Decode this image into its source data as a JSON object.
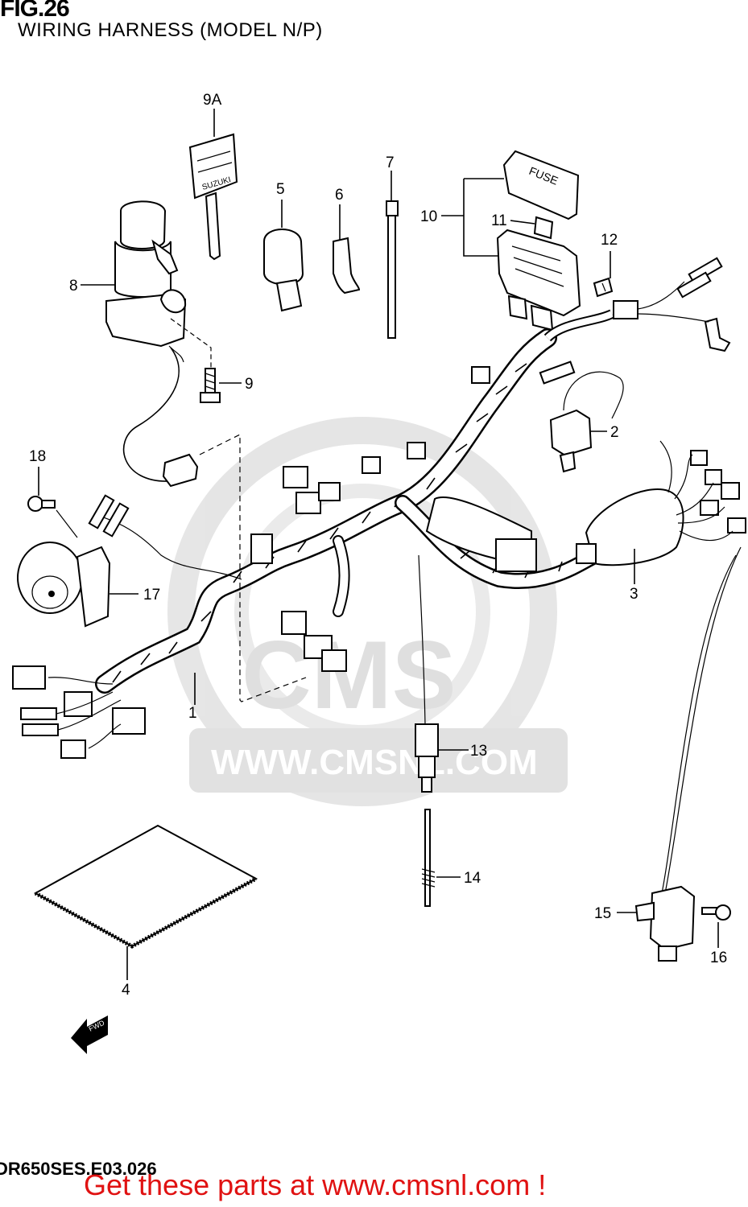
{
  "header": {
    "figure": "FIG.26",
    "subtitle": "WIRING HARNESS (MODEL N/P)"
  },
  "footer": {
    "diagram_code": "DR650SES.E03.026",
    "call_to_action": "Get these parts at www.cmsnl.com !"
  },
  "watermark": {
    "brand": "CMS",
    "url": "WWW.CMSNL.COM"
  },
  "parts": [
    {
      "ref": "1"
    },
    {
      "ref": "2"
    },
    {
      "ref": "3"
    },
    {
      "ref": "4"
    },
    {
      "ref": "5"
    },
    {
      "ref": "6"
    },
    {
      "ref": "7"
    },
    {
      "ref": "8"
    },
    {
      "ref": "9"
    },
    {
      "ref": "9A"
    },
    {
      "ref": "10"
    },
    {
      "ref": "11"
    },
    {
      "ref": "12"
    },
    {
      "ref": "13"
    },
    {
      "ref": "14"
    },
    {
      "ref": "15"
    },
    {
      "ref": "16"
    },
    {
      "ref": "17"
    },
    {
      "ref": "18"
    }
  ],
  "markings": {
    "fuse_cover": "FUSE",
    "key_brand": "SUZUKI",
    "fwd_arrow": "FWD"
  }
}
